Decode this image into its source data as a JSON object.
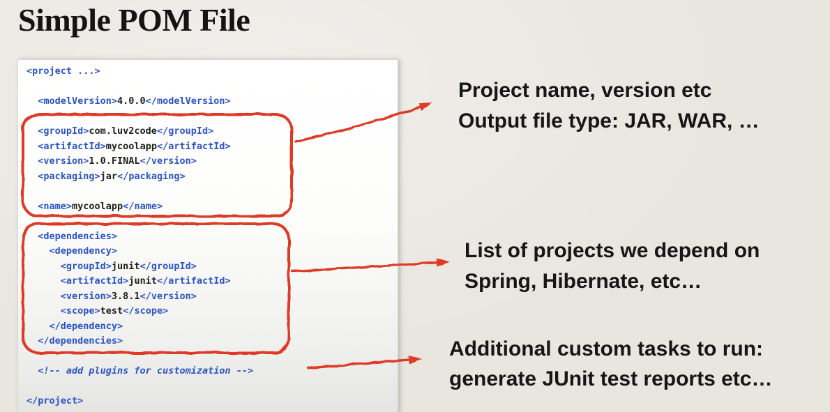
{
  "slide": {
    "title": "Simple POM File"
  },
  "colors": {
    "background": "#e9e6e0",
    "panel_top": "#ffffff",
    "panel_bottom": "#e4e4e2",
    "tag_blue": "#2b53c7",
    "code_black": "#1e1e1e",
    "sketch_red": "#dd3a28",
    "annotation_black": "#161616"
  },
  "code_panel": {
    "lines": [
      {
        "segments": [
          {
            "type": "tag",
            "text": "<project ...>"
          }
        ]
      },
      {
        "segments": []
      },
      {
        "segments": [
          {
            "type": "tag",
            "text": "  <modelVersion>"
          },
          {
            "type": "text",
            "text": "4.0.0"
          },
          {
            "type": "tag",
            "text": "</modelVersion>"
          }
        ]
      },
      {
        "segments": []
      },
      {
        "segments": [
          {
            "type": "tag",
            "text": "  <groupId>"
          },
          {
            "type": "text",
            "text": "com.luv2code"
          },
          {
            "type": "tag",
            "text": "</groupId>"
          }
        ]
      },
      {
        "segments": [
          {
            "type": "tag",
            "text": "  <artifactId>"
          },
          {
            "type": "text",
            "text": "mycoolapp"
          },
          {
            "type": "tag",
            "text": "</artifactId>"
          }
        ]
      },
      {
        "segments": [
          {
            "type": "tag",
            "text": "  <version>"
          },
          {
            "type": "text",
            "text": "1.0.FINAL"
          },
          {
            "type": "tag",
            "text": "</version>"
          }
        ]
      },
      {
        "segments": [
          {
            "type": "tag",
            "text": "  <packaging>"
          },
          {
            "type": "text",
            "text": "jar"
          },
          {
            "type": "tag",
            "text": "</packaging>"
          }
        ]
      },
      {
        "segments": []
      },
      {
        "segments": [
          {
            "type": "tag",
            "text": "  <name>"
          },
          {
            "type": "text",
            "text": "mycoolapp"
          },
          {
            "type": "tag",
            "text": "</name>"
          }
        ]
      },
      {
        "segments": []
      },
      {
        "segments": [
          {
            "type": "tag",
            "text": "  <dependencies>"
          }
        ]
      },
      {
        "segments": [
          {
            "type": "tag",
            "text": "    <dependency>"
          }
        ]
      },
      {
        "segments": [
          {
            "type": "tag",
            "text": "      <groupId>"
          },
          {
            "type": "text",
            "text": "junit"
          },
          {
            "type": "tag",
            "text": "</groupId>"
          }
        ]
      },
      {
        "segments": [
          {
            "type": "tag",
            "text": "      <artifactId>"
          },
          {
            "type": "text",
            "text": "junit"
          },
          {
            "type": "tag",
            "text": "</artifactId>"
          }
        ]
      },
      {
        "segments": [
          {
            "type": "tag",
            "text": "      <version>"
          },
          {
            "type": "text",
            "text": "3.8.1"
          },
          {
            "type": "tag",
            "text": "</version>"
          }
        ]
      },
      {
        "segments": [
          {
            "type": "tag",
            "text": "      <scope>"
          },
          {
            "type": "text",
            "text": "test"
          },
          {
            "type": "tag",
            "text": "</scope>"
          }
        ]
      },
      {
        "segments": [
          {
            "type": "tag",
            "text": "    </dependency>"
          }
        ]
      },
      {
        "segments": [
          {
            "type": "tag",
            "text": "  </dependencies>"
          }
        ]
      },
      {
        "segments": []
      },
      {
        "segments": [
          {
            "type": "comment",
            "text": "  <!-- add plugins for customization -->"
          }
        ]
      },
      {
        "segments": []
      },
      {
        "segments": [
          {
            "type": "tag",
            "text": "</project>"
          }
        ]
      }
    ]
  },
  "annotations": [
    {
      "id": "project-info",
      "lines": [
        "Project name, version etc",
        "Output file type: JAR, WAR, …"
      ]
    },
    {
      "id": "dependencies",
      "lines": [
        "List of projects we depend on",
        "Spring, Hibernate, etc…"
      ]
    },
    {
      "id": "plugins",
      "lines": [
        "Additional custom tasks to run:",
        "generate JUnit test reports etc…"
      ]
    }
  ]
}
